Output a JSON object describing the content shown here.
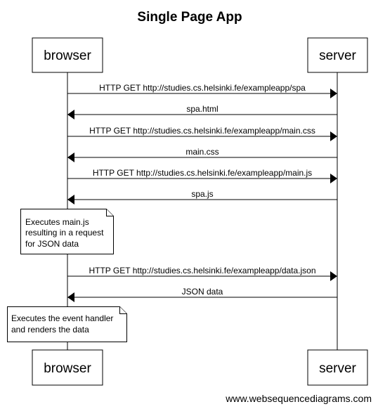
{
  "title": "Single Page App",
  "actors": {
    "browser": "browser",
    "server": "server"
  },
  "messages": [
    {
      "from": "browser",
      "to": "server",
      "label": "HTTP GET http://studies.cs.helsinki.fe/exampleapp/spa"
    },
    {
      "from": "server",
      "to": "browser",
      "label": "spa.html"
    },
    {
      "from": "browser",
      "to": "server",
      "label": "HTTP GET http://studies.cs.helsinki.fe/exampleapp/main.css"
    },
    {
      "from": "server",
      "to": "browser",
      "label": "main.css"
    },
    {
      "from": "browser",
      "to": "server",
      "label": "HTTP GET http://studies.cs.helsinki.fe/exampleapp/main.js"
    },
    {
      "from": "server",
      "to": "browser",
      "label": "spa.js"
    },
    {
      "from": "browser",
      "to": "server",
      "label": "HTTP GET http://studies.cs.helsinki.fe/exampleapp/data.json"
    },
    {
      "from": "server",
      "to": "browser",
      "label": "JSON data"
    }
  ],
  "notes": [
    {
      "over": "browser",
      "lines": [
        "Executes main.js",
        "resulting in a request",
        "for JSON data"
      ]
    },
    {
      "over": "browser",
      "lines": [
        "Executes the event handler",
        "and renders the data"
      ]
    }
  ],
  "watermark": "www.websequencediagrams.com"
}
